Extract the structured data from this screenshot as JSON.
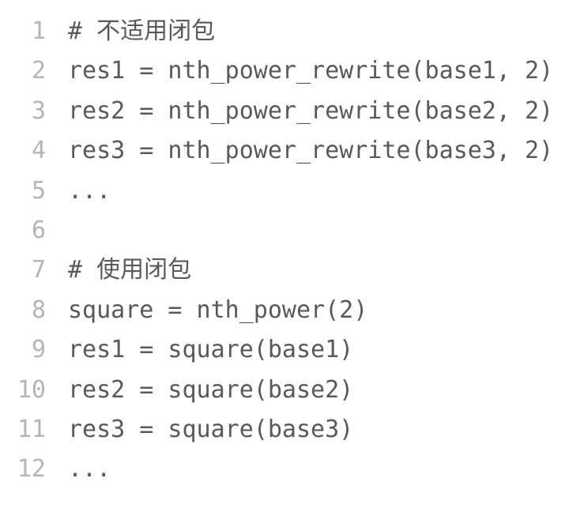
{
  "colors": {
    "background": "#ffffff",
    "code_text": "#595959",
    "line_number": "#b5b5b7"
  },
  "code_block": {
    "lines": [
      {
        "num": "1",
        "code": "# 不适用闭包"
      },
      {
        "num": "2",
        "code": "res1 = nth_power_rewrite(base1, 2)"
      },
      {
        "num": "3",
        "code": "res2 = nth_power_rewrite(base2, 2)"
      },
      {
        "num": "4",
        "code": "res3 = nth_power_rewrite(base3, 2)"
      },
      {
        "num": "5",
        "code": "..."
      },
      {
        "num": "6",
        "code": ""
      },
      {
        "num": "7",
        "code": "# 使用闭包"
      },
      {
        "num": "8",
        "code": "square = nth_power(2)"
      },
      {
        "num": "9",
        "code": "res1 = square(base1)"
      },
      {
        "num": "10",
        "code": "res2 = square(base2)"
      },
      {
        "num": "11",
        "code": "res3 = square(base3)"
      },
      {
        "num": "12",
        "code": "..."
      }
    ]
  }
}
